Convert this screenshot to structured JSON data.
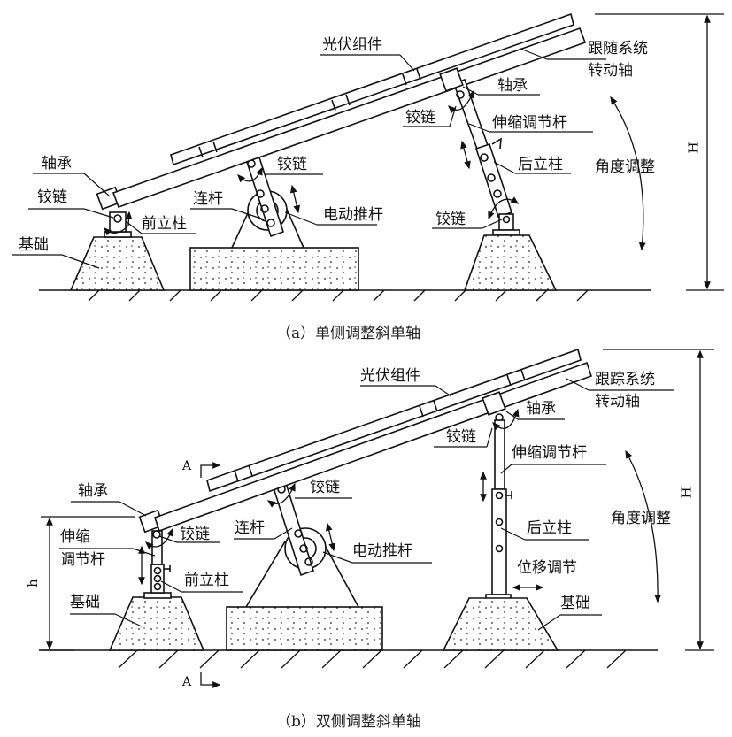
{
  "panel_a": {
    "caption": "（a）单侧调整斜单轴",
    "labels": {
      "pv_module": "光伏组件",
      "tracker_axis_1": "跟随系统",
      "tracker_axis_2": "转动轴",
      "bearing_rear": "轴承",
      "hinge_rear_top": "铰链",
      "telescopic_rod": "伸缩调节杆",
      "rear_post": "后立柱",
      "angle_adjust": "角度调整",
      "hinge_rear_bottom": "铰链",
      "bearing_front": "轴承",
      "hinge_front": "铰链",
      "front_post": "前立柱",
      "foundation": "基础",
      "link_rod": "连杆",
      "hinge_mid": "铰链",
      "electric_actuator": "电动推杆"
    },
    "dimension_H": "H"
  },
  "panel_b": {
    "caption": "（b）双侧调整斜单轴",
    "labels": {
      "pv_module": "光伏组件",
      "tracker_axis_1": "跟踪系统",
      "tracker_axis_2": "转动轴",
      "bearing_rear": "轴承",
      "hinge_rear": "铰链",
      "telescopic_rod_rear": "伸缩调节杆",
      "rear_post": "后立柱",
      "angle_adjust": "角度调整",
      "displacement_adjust": "位移调节",
      "foundation_rear": "基础",
      "bearing_front": "轴承",
      "telescopic_rod_front_1": "伸缩",
      "telescopic_rod_front_2": "调节杆",
      "hinge_front": "铰链",
      "front_post": "前立柱",
      "foundation_front": "基础",
      "link_rod": "连杆",
      "hinge_mid": "铰链",
      "electric_actuator": "电动推杆"
    },
    "dimension_H": "H",
    "dimension_h": "h",
    "section_mark": "A"
  }
}
